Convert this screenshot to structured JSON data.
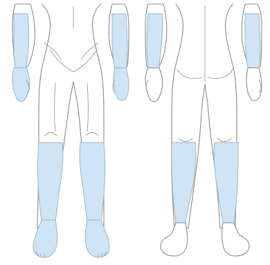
{
  "figure": {
    "views": [
      "front",
      "back"
    ],
    "highlighted_regions": [
      "forearms",
      "hands",
      "lower-legs",
      "feet"
    ],
    "colors": {
      "background": "#ffffff",
      "outline": "#8a8a8a",
      "highlight": "#cfe4f4"
    }
  }
}
